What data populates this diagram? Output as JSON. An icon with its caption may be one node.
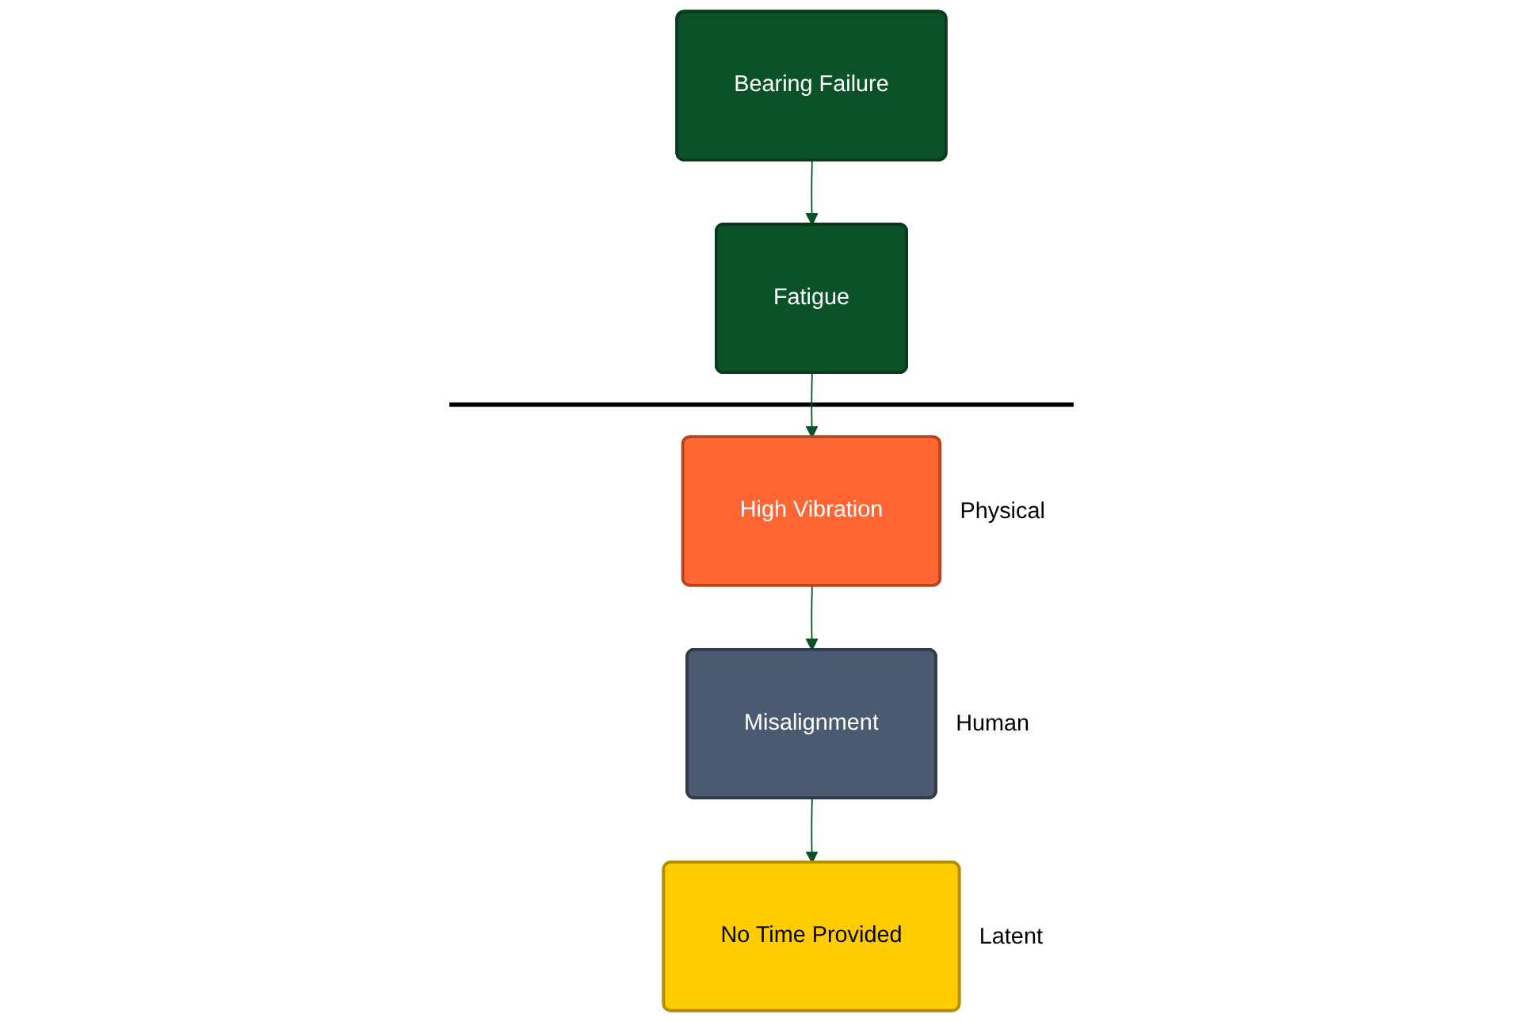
{
  "diagram": {
    "nodes": [
      {
        "text": [
          "Bearing Failure"
        ]
      },
      {
        "text": [
          "Fatigue"
        ]
      },
      {
        "text": [
          "High Vibration"
        ],
        "beside": [
          "Physical"
        ]
      },
      {
        "text": [
          "Misalignment"
        ],
        "beside": [
          "Human"
        ]
      },
      {
        "text": [
          "No Time Provided"
        ],
        "beside": [
          "Latent"
        ]
      }
    ],
    "edges": [
      {
        "from": 0,
        "to": 1,
        "arrow": "to"
      },
      {
        "from": 1,
        "to": 2,
        "arrow": "to"
      },
      {
        "from": 2,
        "to": 3,
        "arrow": "to"
      },
      {
        "from": 3,
        "to": 4,
        "arrow": "to"
      }
    ]
  }
}
